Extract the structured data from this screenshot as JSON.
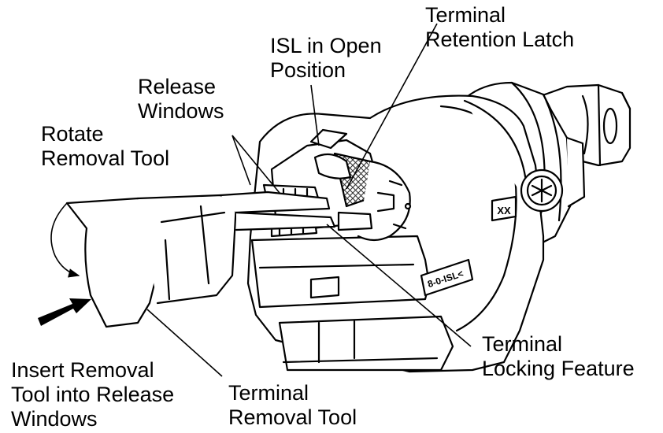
{
  "labels": {
    "retention_latch": {
      "line1": "Terminal",
      "line2": "Retention Latch"
    },
    "isl": {
      "line1": "ISL in Open",
      "line2": "Position"
    },
    "release_windows": {
      "line1": "Release",
      "line2": "Windows"
    },
    "rotate_tool": {
      "line1": "Rotate",
      "line2": "Removal Tool"
    },
    "locking_feature": {
      "line1": "Terminal",
      "line2": "Locking Feature"
    },
    "insert_tool": {
      "line1": "Insert Removal",
      "line2": "Tool into Release",
      "line3": "Windows"
    },
    "removal_tool": {
      "line1": "Terminal",
      "line2": "Removal Tool"
    }
  },
  "part_markings": {
    "box_code": "XX",
    "side_code": "8-0-ISL<"
  },
  "colors": {
    "ink": "#000000",
    "paper": "#ffffff",
    "hatch": "#333333"
  }
}
